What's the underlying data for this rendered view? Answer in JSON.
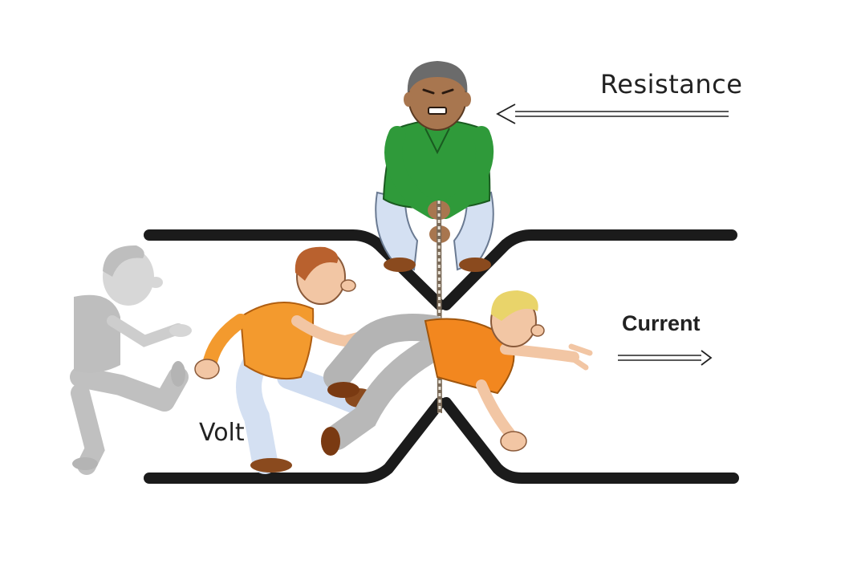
{
  "labels": {
    "resistance": "Resistance",
    "current": "Current",
    "volt": "Volt"
  },
  "colors": {
    "background": "#ffffff",
    "pipe": "#1b1b1b",
    "volt_shirt": "#f39a2e",
    "current_shirt": "#f2871f",
    "resistance_shirt": "#2f9a3a",
    "pants_light": "#c9d8ee",
    "pants_grey": "#b4b4b4",
    "skin": "#f2c6a4",
    "skin_dark": "#a8764f",
    "hair_brown": "#b9612e",
    "hair_blond": "#e9d46a",
    "ghost": "#9a9a9a"
  },
  "icons": {
    "resistance_arrow": "left-arrow-icon",
    "current_arrow": "right-arrow-icon",
    "rope": "rope-icon"
  }
}
